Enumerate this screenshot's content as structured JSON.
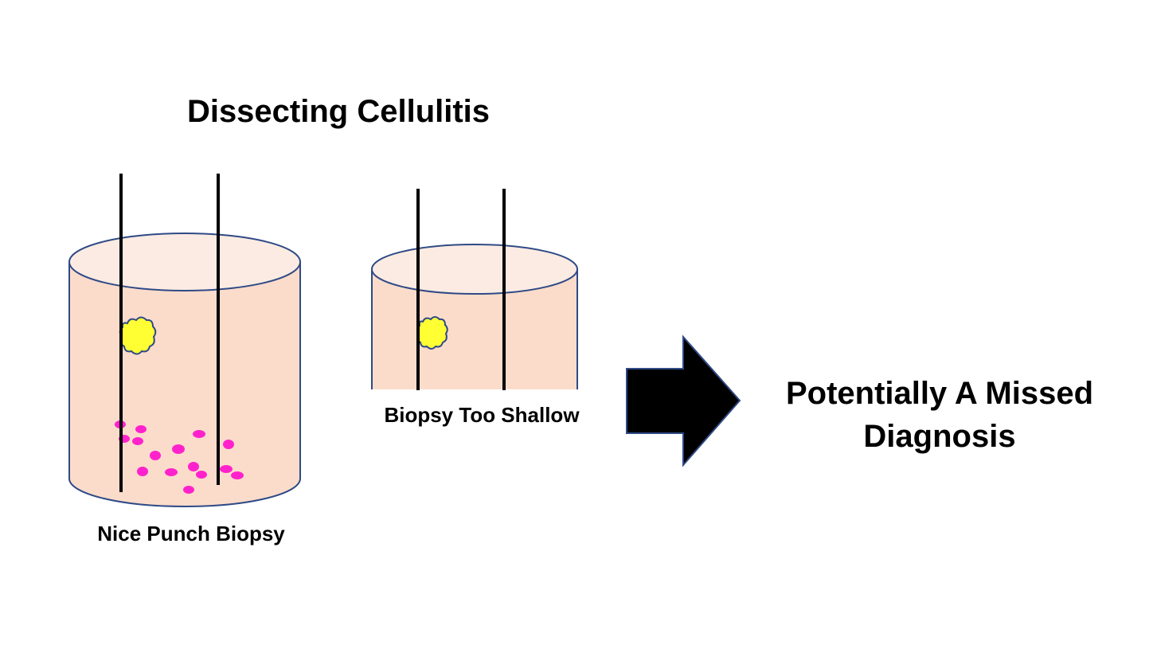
{
  "title": "Dissecting Cellulitis",
  "left_specimen": {
    "caption": "Nice Punch Biopsy"
  },
  "middle_specimen": {
    "caption": "Biopsy Too Shallow"
  },
  "conclusion": {
    "line1": "Potentially A Missed",
    "line2": "Diagnosis"
  },
  "colors": {
    "tissue_fill": "#fbdccb",
    "tissue_top_fill": "#fcebe2",
    "outline": "#2f4a86",
    "cluster": "#ffff33",
    "inflammatory_cells": "#ff22cc",
    "punch_lines": "#000000",
    "arrow": "#000000"
  },
  "icons": {
    "cluster_icon": "yellow-cell-cluster-icon",
    "cells_icon": "pink-inflammatory-cells-icon",
    "arrow_icon": "right-block-arrow-icon"
  }
}
